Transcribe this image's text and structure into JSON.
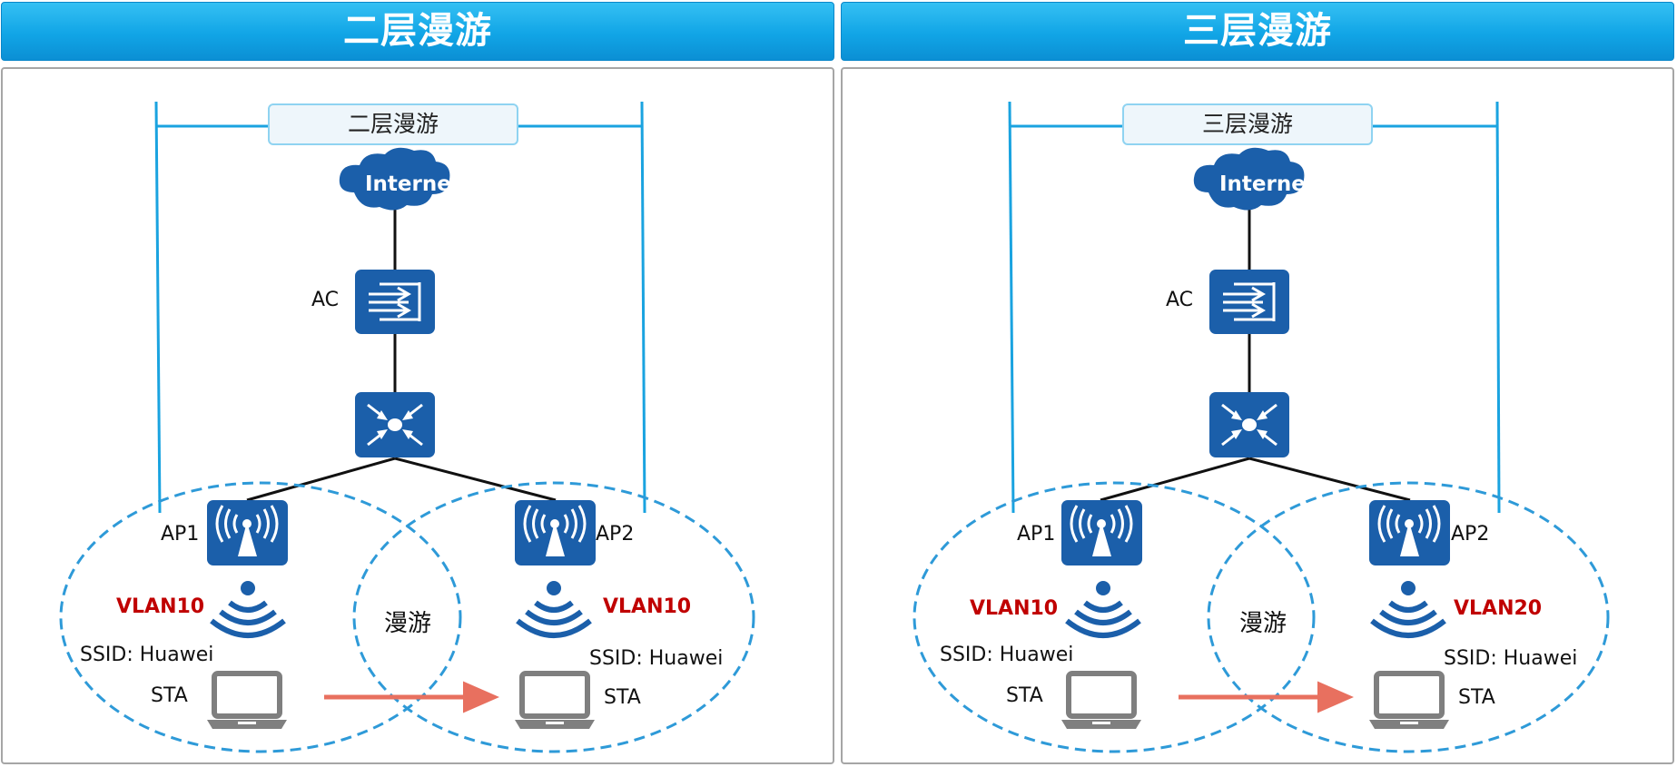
{
  "panels": [
    {
      "header": "二层漫游",
      "roam_label": "二层漫游",
      "internet_label": "Internet",
      "ac_label": "AC",
      "ap1_label": "AP1",
      "ap2_label": "AP2",
      "vlan_left": "VLAN10",
      "vlan_right": "VLAN10",
      "ssid_left": "SSID: Huawei",
      "ssid_right": "SSID: Huawei",
      "sta_left": "STA",
      "sta_right": "STA",
      "roam_mid": "漫游"
    },
    {
      "header": "三层漫游",
      "roam_label": "三层漫游",
      "internet_label": "Internet",
      "ac_label": "AC",
      "ap1_label": "AP1",
      "ap2_label": "AP2",
      "vlan_left": "VLAN10",
      "vlan_right": "VLAN20",
      "ssid_left": "SSID: Huawei",
      "ssid_right": "SSID: Huawei",
      "sta_left": "STA",
      "sta_right": "STA",
      "roam_mid": "漫游"
    }
  ],
  "colors": {
    "header_blue": "#11a5e6",
    "bracket_line": "#1aa3e0",
    "device_blue": "#1b5faa",
    "coverage_dash": "#2e9ad8",
    "vlan_red": "#c00000",
    "arrow_red": "#e8705f",
    "laptop_gray": "#7f7f7f"
  },
  "icons": [
    "internet-cloud-icon",
    "ac-controller-icon",
    "switch-icon",
    "access-point-icon",
    "wifi-signal-icon",
    "laptop-icon"
  ]
}
